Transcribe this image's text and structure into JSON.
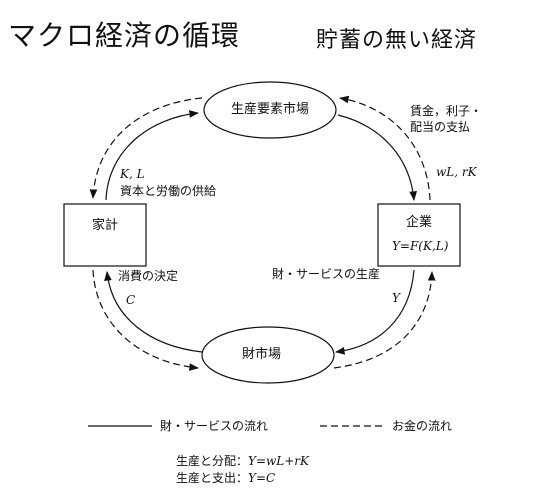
{
  "title": "マクロ経済の循環",
  "subtitle": "貯蓄の無い経済",
  "nodes": {
    "factor_market": "生産要素市場",
    "household": "家計",
    "firm": "企業",
    "firm_eq": "Y=F(K,L)",
    "goods_market": "財市場"
  },
  "flows": {
    "factor_supply_sym": "K, L",
    "factor_supply": "資本と労働の供給",
    "payments": "賃金，利子・",
    "payments2": "配当の支払",
    "payments_sym": "wL, rK",
    "consumption": "消費の決定",
    "consumption_sym": "C",
    "production": "財・サービスの生産",
    "production_sym": "Y"
  },
  "legend": {
    "goods_flow": "財・サービスの流れ",
    "money_flow": "お金の流れ"
  },
  "identities": [
    {
      "label": "生産と分配：",
      "eq": "Y=wL+rK"
    },
    {
      "label": "生産と支出：",
      "eq": "Y=C"
    }
  ]
}
